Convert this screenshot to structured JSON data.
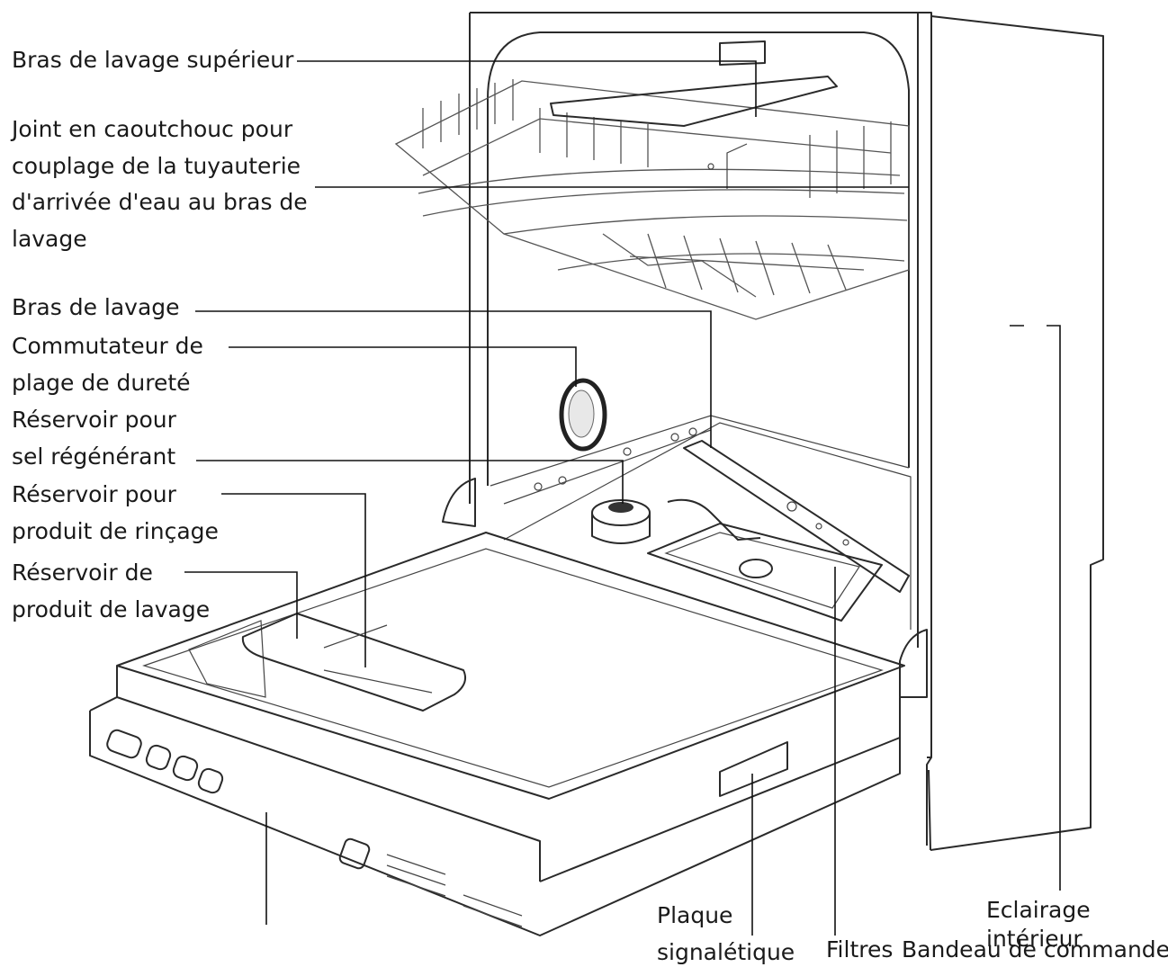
{
  "labels": {
    "upper_spray_arm": "Bras de lavage supérieur",
    "rubber_seal": "Joint en caoutchouc pour\ncouplage de la tuyauterie\nd'arrivée d'eau au bras de\nlavage",
    "spray_arm": "Bras de lavage",
    "hardness_switch": "Commutateur de\nplage de dureté",
    "salt_reservoir": "Réservoir pour\nsel régénérant",
    "rinse_aid_reservoir": "Réservoir pour\nproduit de rinçage",
    "detergent_reservoir": "Réservoir de\nproduit de lavage",
    "rating_plate": "Plaque\nsignalétique",
    "filters": "Filtres",
    "control_panel": "Bandeau de commande",
    "interior_light": "Eclairage\nintérieur"
  },
  "colors": {
    "line": "#111111",
    "text": "#1a1a1a"
  }
}
